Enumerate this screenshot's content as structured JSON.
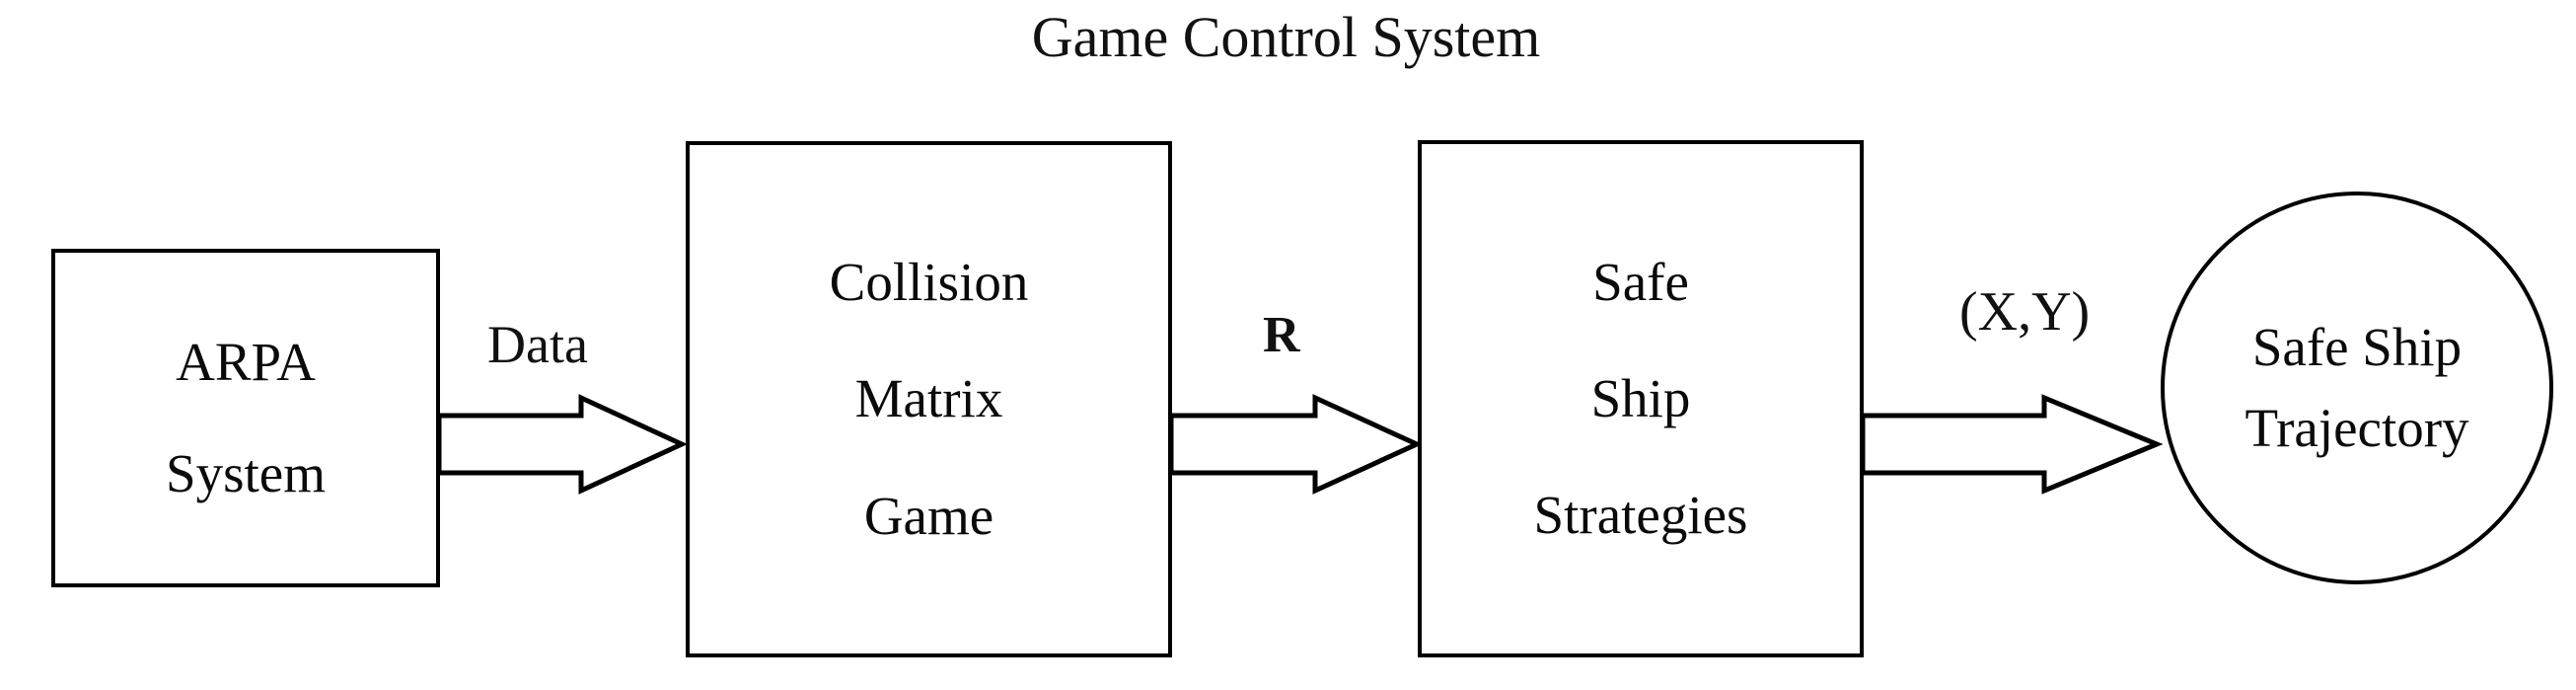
{
  "diagram": {
    "title": "Game Control System",
    "type": "block-flow-diagram",
    "background_color": "#ffffff",
    "line_color": "#000000",
    "text_color": "#000000"
  },
  "nodes": {
    "arpa": {
      "shape": "rectangle",
      "lines": [
        "ARPA",
        "System"
      ]
    },
    "collision": {
      "shape": "rectangle",
      "lines": [
        "Collision",
        "Matrix",
        "Game"
      ]
    },
    "strategies": {
      "shape": "rectangle",
      "lines": [
        "Safe",
        "Ship",
        "Strategies"
      ]
    },
    "trajectory": {
      "shape": "circle",
      "lines": [
        "Safe Ship",
        "Trajectory"
      ]
    }
  },
  "edges": {
    "data": {
      "label": "Data",
      "from": "arpa",
      "to": "collision",
      "arrow_style": "hollow-block-arrow"
    },
    "r": {
      "label": "R",
      "from": "collision",
      "to": "strategies",
      "arrow_style": "hollow-block-arrow",
      "bold": true
    },
    "xy": {
      "label": "(X,Y)",
      "from": "strategies",
      "to": "trajectory",
      "arrow_style": "hollow-block-arrow"
    }
  }
}
